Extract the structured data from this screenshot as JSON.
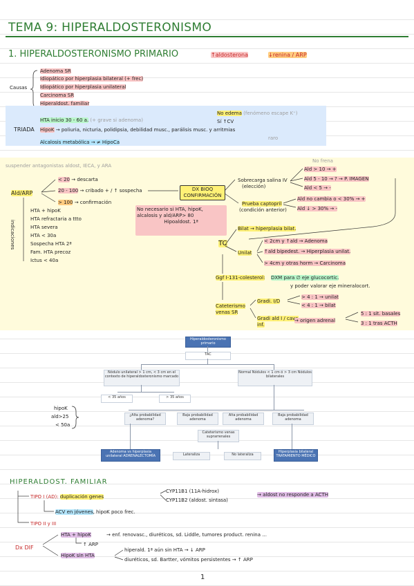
{
  "title": "TEMA 9: HIPERALDOSTERONISMO",
  "section1": {
    "heading": "1. HIPERALDOSTERONISMO PRIMARIO",
    "tag_aldo": "↑aldosterona",
    "tag_renin": "↓renina / ARP"
  },
  "causas": {
    "label": "Causas",
    "items": [
      "Adenoma SR",
      "Idiopático por hiperplasia bilateral (+ frec)",
      "Idiopático por hiperplasia unilateral",
      "Carcinoma SR",
      "Hiperaldost. familiar"
    ]
  },
  "triada": {
    "label": "TRIADA",
    "hta": "HTA inicio 30 - 60 a.",
    "hta_note": "(+ grave si adenoma)",
    "no_edema": "No edema",
    "no_edema_note": "(fenómeno escape K⁺)",
    "si_tcv": "Sí ↑CV",
    "hipok": "HipoK",
    "hipok_symptoms": "→ poliuria, nicturia, polidipsia, debilidad musc., parálisis musc. y arritmias",
    "raro": "raro",
    "alcalosis": "Alcalosis metabólica → ≠ HipoCa"
  },
  "diagnostico": {
    "suspender": "suspender antagonistas aldost, IECA, y ARA",
    "ald_arp": "Ald/ARP",
    "lt20": "< 20",
    "lt20_result": "→ descarta",
    "r20_100": "20 - 100",
    "r20_100_result": "→ cribado + / ↑ sospecha",
    "gt100": "> 100",
    "gt100_result": "→ confirmación",
    "dx_bioq": "DX BIOQ CONFIRMACIÓN",
    "no_necesario_1": "No necesario si HTA, hipoK,",
    "no_necesario_2": "alcalosis y ald/ARP> 80",
    "hipoaldost": "Hipoaldost. 1ª",
    "indicaciones_label": "indicaciones",
    "indicaciones": [
      "HTA + hipoK",
      "HTA refractaria a ttto",
      "HTA severa",
      "HTA < 30a",
      "Sospecha HTA 2ª",
      "Fam. HTA precoz",
      "Ictus < 40a"
    ],
    "sobrecarga": "Sobrecarga salina IV",
    "sobrecarga_sub": "(elección)",
    "no_frena": "No frena",
    "ald_gt10": "Ald > 10 → +",
    "ald_5_10": "Ald 5 - 10 → ? → P. IMAGEN",
    "ald_lt5": "Ald < 5 → -",
    "captopril": "Prueba captopril",
    "captopril_sub": "(condición anterior)",
    "capt_no_cambia": "Ald no cambia o < 30% → +",
    "capt_baja": "Ald ↓ > 30% → -",
    "tc": "TC",
    "bilat": "Bilat → hiperplasia bilat.",
    "unilat": "Unilat",
    "lt2cm": "< 2cm y ↑ald → Adenoma",
    "ald_bilat": "↑ald bipedest. → Hiperplasia unilat.",
    "gt4cm": "> 4cm y otras horm → Carcinoma",
    "ggf": "Ggf I-131-colesterol:",
    "dxm": "DXM para ∅ eje glucocortic.",
    "dxm2": "y poder valorar eje mineralocort.",
    "cateterismo": "Cateterismo venas SR",
    "gradi": "Gradi. I/D",
    "gt4": "> 4 : 1 → unilat",
    "lt4": "< 4 : 1 → bilat",
    "gradi_ald": "Gradi ald I / cava inf.",
    "origen": "→ origen adrenal",
    "c51": "5 : 1 sit. basales",
    "c31": "3 : 1 tras ACTH"
  },
  "flowchart": {
    "top": "Hiperaldosteronismo primario",
    "tac": "TAC",
    "left_branch": "Nódulo unilateral > 1 cm, < 3 cm en el contexto de hiperaldosteronismo marcado",
    "right_branch": "Normal Nódulos < 1 cm ó > 3 cm Nódulos bilaterales",
    "lt35": "< 35 años",
    "gt35": "> 35 años",
    "alta_q": "¿Alta probabilidad adenoma?",
    "baja_1": "Baja probabilidad adenoma",
    "alta_2": "Alta probabilidad adenoma",
    "baja_2": "Baja probabilidad adenoma",
    "cateterismo": "Cateterismo venas suprarrenales",
    "adenoma": "Adenoma vs hiperplasia unilateral ADRENALECTOMÍA",
    "lateraliza": "Lateraliza",
    "no_lateraliza": "No lateraliza",
    "hiperplasia": "Hiperplasia bilateral TRATAMIENTO MÉDICO",
    "side_notes": [
      "hipoK",
      "ald>25",
      "< 50a"
    ]
  },
  "familiar": {
    "heading": "HIPERALDOST. FAMILIAR",
    "tipo1": "TIPO I (AD):",
    "duplicacion": "duplicación genes",
    "cyp1": "CYP11B1 (11A-hidrox)",
    "cyp2": "CYP11B2 (aldost. sintasa)",
    "no_responde": "→ aldost no responde a ACTH",
    "acv": "ACV en jóvenes",
    "acv_note": ", hipoK poco frec.",
    "tipo23": "TIPO II y III"
  },
  "dx_dif": {
    "label": "Dx DIF",
    "hta_hipok": "HTA + hipoK",
    "causes": "→ enf. renovasc., diuréticos, sd. Liddle, tumores product. renina ...",
    "arp_up": "↑ ARP",
    "hipok_sin_hta": "HipoK sin HTA",
    "hiperald": "hiperald. 1ª aún sin HTA → ↓ ARP",
    "diureticos": "diuréticos, sd. Bartter, vómitos persistentes → ↑ ARP"
  },
  "page_number": "1"
}
